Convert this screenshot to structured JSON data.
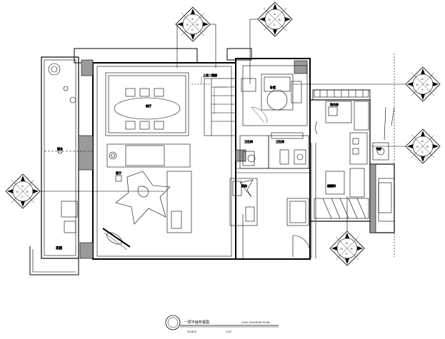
{
  "drawing": {
    "title": "一层平面布置图",
    "title_en": "COLLOCATION PLAN",
    "scale_label": "SCALE",
    "scale_value": "1:10"
  },
  "rooms": [
    {
      "id": "dining",
      "label": "餐厅"
    },
    {
      "id": "living",
      "label": "客厅"
    },
    {
      "id": "bedroom",
      "label": "卧室"
    },
    {
      "id": "stair",
      "label": "上至二楼梯"
    },
    {
      "id": "bath1",
      "label": "卫生间"
    },
    {
      "id": "bath2",
      "label": "卫生间"
    },
    {
      "id": "kitchen",
      "label": "厨房"
    },
    {
      "id": "laundry",
      "label": "洗衣房"
    },
    {
      "id": "storage",
      "label": "储藏间"
    },
    {
      "id": "study",
      "label": "书房"
    },
    {
      "id": "garden",
      "label": "花园"
    },
    {
      "id": "terrace",
      "label": "露台"
    }
  ],
  "index_markers": [
    {
      "id": "top-left",
      "codes": [
        "A",
        "B",
        "C",
        "D"
      ]
    },
    {
      "id": "top-center",
      "codes": [
        "A",
        "B",
        "C",
        "D"
      ]
    },
    {
      "id": "right-upper",
      "codes": [
        "A",
        "B",
        "C",
        "D"
      ]
    },
    {
      "id": "right-middle",
      "codes": [
        "A",
        "B",
        "C",
        "D"
      ]
    },
    {
      "id": "left-middle",
      "codes": [
        "A",
        "B",
        "C",
        "D"
      ]
    },
    {
      "id": "bottom-right",
      "codes": [
        "A",
        "B",
        "C",
        "D"
      ]
    }
  ],
  "colors": {
    "ink": "#000000",
    "wall_fill": "#9a9a9a",
    "paper": "#ffffff"
  }
}
